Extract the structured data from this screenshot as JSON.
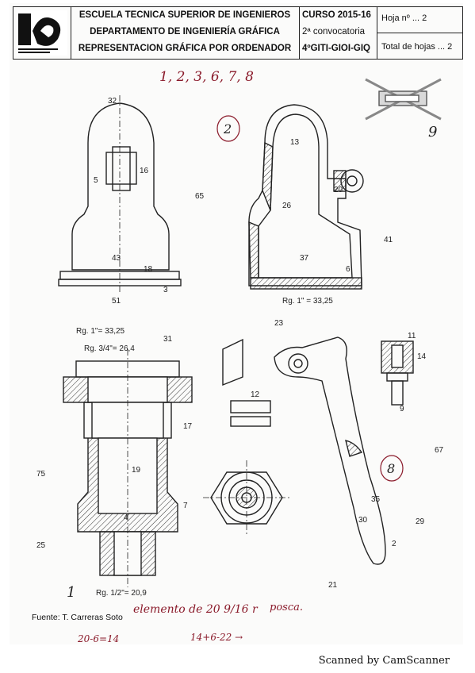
{
  "header": {
    "school_line1": "ESCUELA TECNICA SUPERIOR DE INGENIEROS",
    "school_line2": "DEPARTAMENTO DE INGENIERÍA GRÁFICA",
    "school_line3": "REPRESENTACION GRÁFICA POR ORDENADOR",
    "course_line1": "CURSO 2015-16",
    "course_line2": "2ª convocatoria",
    "course_line3": "4ºGITI-GIOI-GIQ",
    "sheet_label": "Hoja nº ... 2",
    "total_label": "Total de hojas ... 2"
  },
  "handwritten": {
    "top_list": "1, 2, 3, 6, 7, 8",
    "ref_2": "2",
    "ref_8": "8",
    "ref_1": "1",
    "ref_9": "9",
    "note": "elemento de 20 9/16 r",
    "note2": "posca.",
    "calc1": "20-6=14",
    "calc2": "14+6-22 →"
  },
  "dimensions": {
    "d32": "32",
    "d16": "16",
    "d5": "5",
    "d65": "65",
    "d43": "43",
    "d18": "18",
    "d51": "51",
    "d3": "3",
    "d13": "13",
    "d20": "20",
    "d26": "26",
    "d37": "37",
    "d41": "41",
    "d6": "6",
    "rg1": "Rg. 1\" = 33,25",
    "rg1b": "Rg. 1\"= 33,25",
    "rg34": "Rg. 3/4\"= 26,4",
    "d31": "31",
    "d23": "23",
    "d12": "12",
    "d9": "9",
    "d67": "67",
    "d29": "29",
    "d35": "35",
    "d30": "30",
    "d2": "2",
    "d11": "11",
    "d14": "14",
    "d75": "75",
    "d25": "25",
    "d19": "19",
    "d17": "17",
    "d21": "21",
    "d7": "7",
    "rg12": "Rg. 1/2\"= 20,9",
    "d4": "4"
  },
  "footer": {
    "source": "Fuente: T. Carreras Soto"
  },
  "scanner_watermark": "Scanned by CamScanner",
  "colors": {
    "paper": "#fbfbfa",
    "ink": "#222222",
    "handwriting": "#8a1a2a"
  }
}
